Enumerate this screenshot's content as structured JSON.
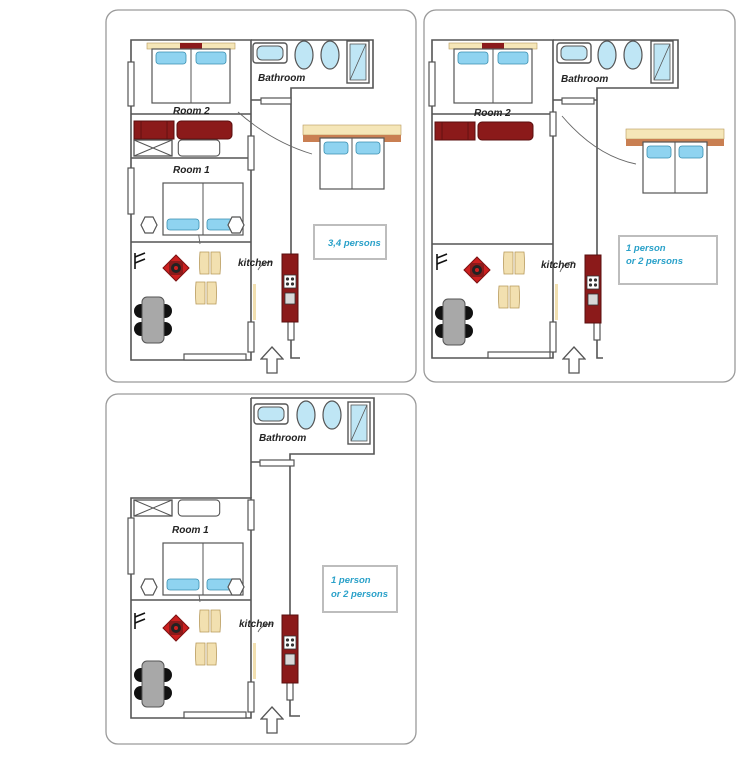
{
  "colors": {
    "wall": "#555555",
    "panel_border": "#9a9a9a",
    "dark_red": "#8b1a1a",
    "bright_red": "#cc1f1f",
    "pillow": "#8fd3f0",
    "headboard": "#f5e6b8",
    "bed_frame": "#c97f52",
    "seat": "#f2e0b0",
    "table_grey": "#a8a8a8",
    "text_blue": "#2aa1c9",
    "caption_border": "#bdbdbd"
  },
  "icons": [
    "double-bed-icon",
    "wardrobe-icon",
    "sofa-icon",
    "bathtub-icon",
    "sink-icon",
    "shower-icon",
    "stove-icon",
    "kitchen-counter-icon",
    "dining-table-icon",
    "chair-icon",
    "entrance-arrow-icon"
  ],
  "plans": [
    {
      "labels": {
        "bathroom": "Bathroom",
        "room2": "Room 2",
        "room1": "Room 1",
        "kitchen": "kitchen"
      },
      "caption": [
        "3,4 persons"
      ]
    },
    {
      "labels": {
        "bathroom": "Bathroom",
        "room2": "Room 2",
        "kitchen": "kitchen"
      },
      "caption": [
        "1 person",
        "or 2 persons"
      ]
    },
    {
      "labels": {
        "bathroom": "Bathroom",
        "room1": "Room 1",
        "kitchen": "kitchen"
      },
      "caption": [
        "1 person",
        "or 2 persons"
      ]
    }
  ]
}
